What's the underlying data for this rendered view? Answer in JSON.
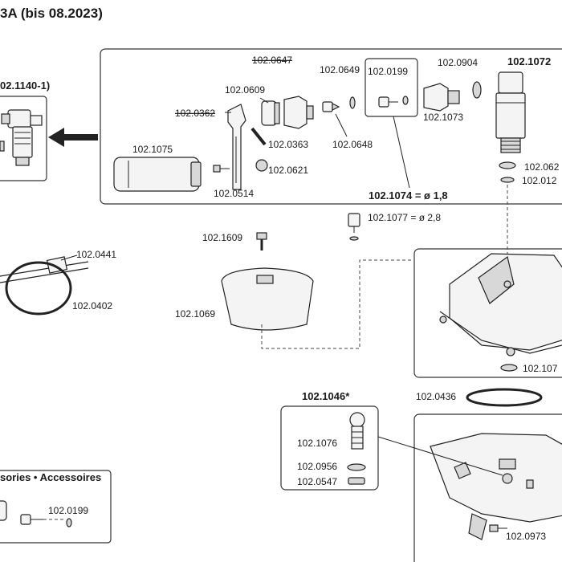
{
  "header": {
    "title": "3A (bis 08.2023)"
  },
  "labels": {
    "l_0647": "102.0647",
    "l_0649": "102.0649",
    "l_0199a": "102.0199",
    "l_0904": "102.0904",
    "l_1072": "102.1072",
    "l_1140": "02.1140-1)",
    "l_0609": "102.0609",
    "l_0362": "102.0362",
    "l_1073": "102.1073",
    "l_1075": "102.1075",
    "l_0363": "102.0363",
    "l_0648": "102.0648",
    "l_062x": "102.062",
    "l_0621": "102.0621",
    "l_012x": "102.012",
    "l_0514": "102.0514",
    "l_1074": "102.1074 = ø 1,8",
    "l_1077": "102.1077 = ø 2,8",
    "l_1609": "102.1609",
    "l_0441": "102.0441",
    "l_0402": "102.0402",
    "l_1069": "102.1069",
    "l_107x": "102.107",
    "l_1046": "102.1046*",
    "l_0436": "102.0436",
    "l_1076": "102.1076",
    "l_0956": "102.0956",
    "l_0547": "102.0547",
    "l_0973": "102.0973",
    "l_0199b": "102.0199",
    "accessories": "sories • Accessoires"
  }
}
